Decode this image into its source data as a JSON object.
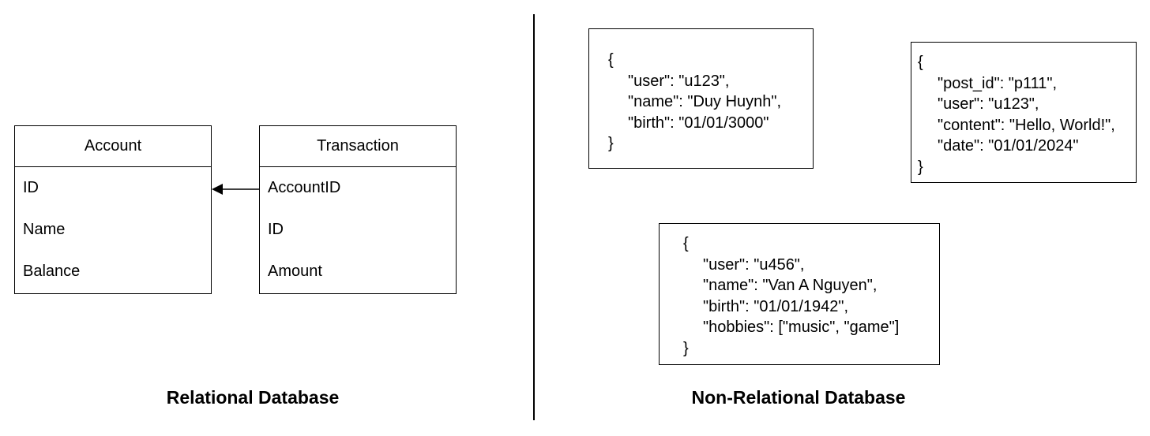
{
  "relational": {
    "title": "Relational Database",
    "account": {
      "header": "Account",
      "rows": [
        "ID",
        "Name",
        "Balance"
      ]
    },
    "transaction": {
      "header": "Transaction",
      "rows": [
        "AccountID",
        "ID",
        "Amount"
      ]
    }
  },
  "non_relational": {
    "title": "Non-Relational Database",
    "documents": [
      {
        "lines": [
          "{",
          "\"user\": \"u123\",",
          "\"name\": \"Duy Huynh\",",
          "\"birth\": \"01/01/3000\"",
          "}"
        ]
      },
      {
        "lines": [
          "{",
          "\"post_id\": \"p111\",",
          "\"user\": \"u123\",",
          "\"content\": \"Hello, World!\",",
          "\"date\": \"01/01/2024\"",
          "}"
        ]
      },
      {
        "lines": [
          "{",
          "\"user\": \"u456\",",
          "\"name\": \"Van A Nguyen\",",
          "\"birth\": \"01/01/1942\",",
          "\"hobbies\": [\"music\", \"game\"]",
          "}"
        ]
      }
    ]
  }
}
